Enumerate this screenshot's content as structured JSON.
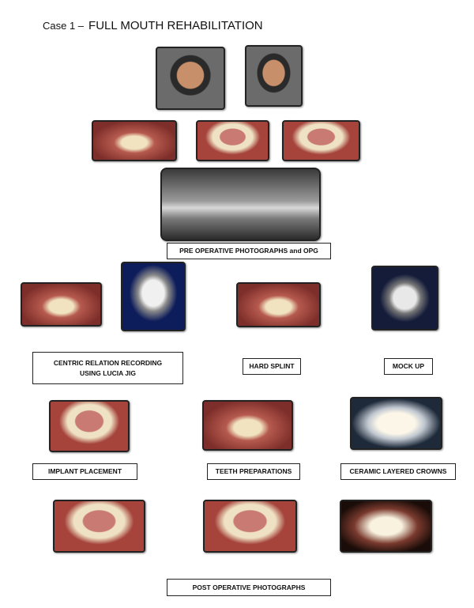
{
  "title": {
    "case": "Case 1 –",
    "name": "FULL MOUTH REHABILITATION"
  },
  "labels": {
    "preop": "PRE OPERATIVE PHOTOGRAPHS and OPG",
    "centric": "CENTRIC RELATION RECORDING USING LUCIA JIG",
    "splint": "HARD SPLINT",
    "mockup": "MOCK UP",
    "implant": "IMPLANT PLACEMENT",
    "preparations": "TEETH PREPARATIONS",
    "crowns": "CERAMIC LAYERED CROWNS",
    "postop": "POST OPERATIVE PHOTOGRAPHS"
  }
}
